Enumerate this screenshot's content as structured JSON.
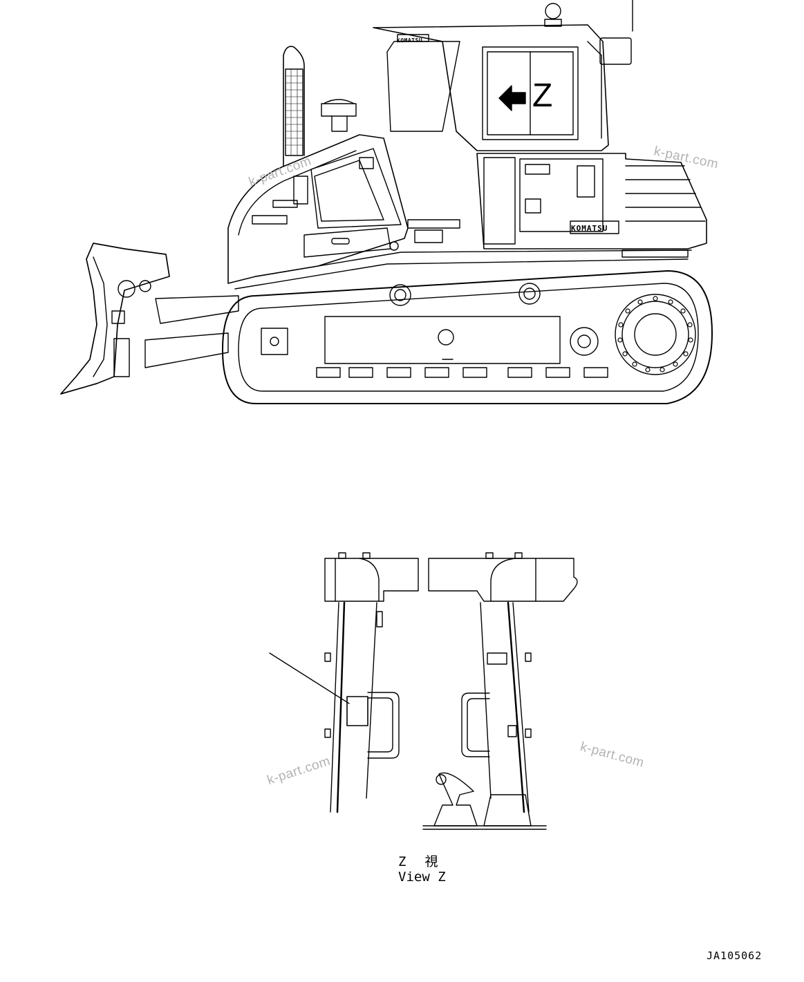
{
  "callout": {
    "arrow_label": "Z"
  },
  "brand": {
    "cab_logo": "KOMATSU",
    "side_logo": "KOMATSU"
  },
  "view": {
    "title_jp": "Z　視",
    "title_en": "View Z"
  },
  "figure": {
    "code": "JA105062"
  },
  "watermark": {
    "text": "k-part.com"
  }
}
